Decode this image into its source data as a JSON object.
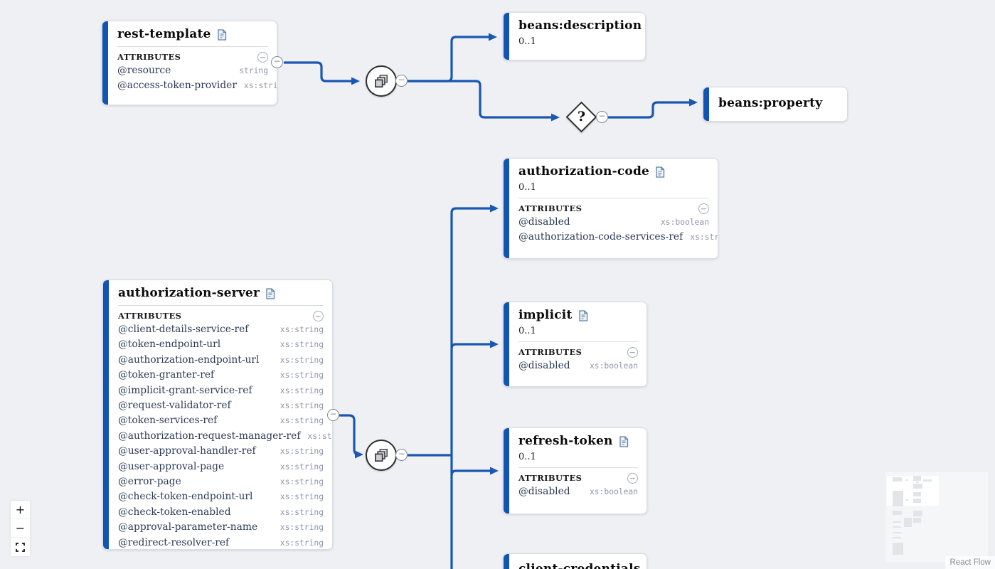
{
  "app": {
    "attribution": "React Flow"
  },
  "labels": {
    "attributes": "ATTRIBUTES",
    "collapse": "−"
  },
  "controls": {
    "zoom_in": "+",
    "zoom_out": "−"
  },
  "connectors": {
    "choice_symbol": "?"
  },
  "colors": {
    "edge": "#1a57b2",
    "accent_bar": "#1254b2",
    "background": "#eef0f4"
  },
  "nodes": {
    "rest_template": {
      "title": "rest-template",
      "attributes": [
        {
          "name": "@resource",
          "type": "string"
        },
        {
          "name": "@access-token-provider",
          "type": "xs:string"
        }
      ]
    },
    "beans_description": {
      "title": "beans:description",
      "cardinality": "0..1"
    },
    "beans_property": {
      "title": "beans:property"
    },
    "authorization_code": {
      "title": "authorization-code",
      "cardinality": "0..1",
      "attributes": [
        {
          "name": "@disabled",
          "type": "xs:boolean"
        },
        {
          "name": "@authorization-code-services-ref",
          "type": "xs:string"
        }
      ]
    },
    "implicit": {
      "title": "implicit",
      "cardinality": "0..1",
      "attributes": [
        {
          "name": "@disabled",
          "type": "xs:boolean"
        }
      ]
    },
    "refresh_token": {
      "title": "refresh-token",
      "cardinality": "0..1",
      "attributes": [
        {
          "name": "@disabled",
          "type": "xs:boolean"
        }
      ]
    },
    "client_credentials": {
      "title": "client-credentials"
    },
    "authorization_server": {
      "title": "authorization-server",
      "attributes": [
        {
          "name": "@client-details-service-ref",
          "type": "xs:string"
        },
        {
          "name": "@token-endpoint-url",
          "type": "xs:string"
        },
        {
          "name": "@authorization-endpoint-url",
          "type": "xs:string"
        },
        {
          "name": "@token-granter-ref",
          "type": "xs:string"
        },
        {
          "name": "@implicit-grant-service-ref",
          "type": "xs:string"
        },
        {
          "name": "@request-validator-ref",
          "type": "xs:string"
        },
        {
          "name": "@token-services-ref",
          "type": "xs:string"
        },
        {
          "name": "@authorization-request-manager-ref",
          "type": "xs:string"
        },
        {
          "name": "@user-approval-handler-ref",
          "type": "xs:string"
        },
        {
          "name": "@user-approval-page",
          "type": "xs:string"
        },
        {
          "name": "@error-page",
          "type": "xs:string"
        },
        {
          "name": "@check-token-endpoint-url",
          "type": "xs:string"
        },
        {
          "name": "@check-token-enabled",
          "type": "xs:string"
        },
        {
          "name": "@approval-parameter-name",
          "type": "xs:string"
        },
        {
          "name": "@redirect-resolver-ref",
          "type": "xs:string"
        }
      ]
    }
  }
}
